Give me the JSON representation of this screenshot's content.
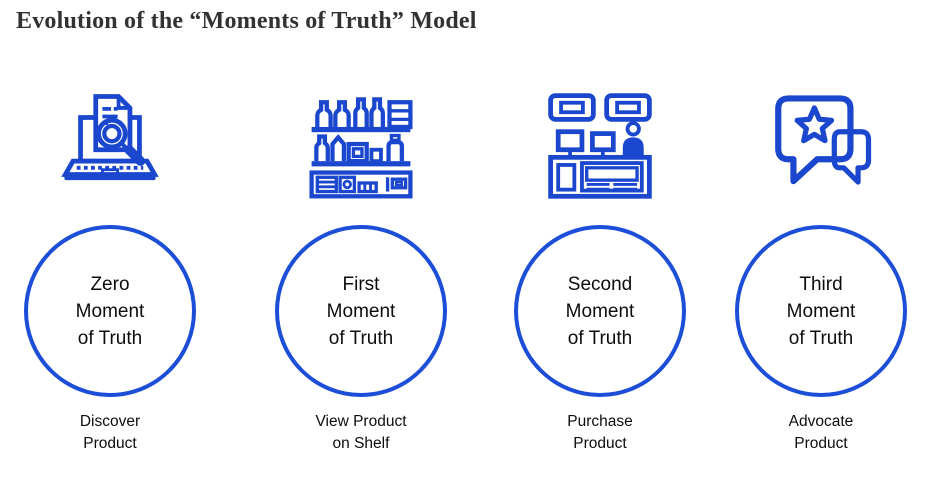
{
  "title": "Evolution of the “Moments of Truth” Model",
  "colors": {
    "icon_blue": "#1a47cd",
    "circle_blue": "#1d4ed8",
    "title_color": "#323232",
    "text_color": "#0d0d0d"
  },
  "stages": [
    {
      "id": "zmot",
      "icon": "discover-search-laptop-icon",
      "circle_label": "Zero\nMoment\nof Truth",
      "caption": "Discover\nProduct"
    },
    {
      "id": "fmot",
      "icon": "store-shelf-icon",
      "circle_label": "First\nMoment\nof Truth",
      "caption": "View Product\non Shelf"
    },
    {
      "id": "smot",
      "icon": "checkout-counter-icon",
      "circle_label": "Second\nMoment\nof Truth",
      "caption": "Purchase\nProduct"
    },
    {
      "id": "tmot",
      "icon": "review-chat-star-icon",
      "circle_label": "Third\nMoment\nof Truth",
      "caption": "Advocate\nProduct"
    }
  ]
}
